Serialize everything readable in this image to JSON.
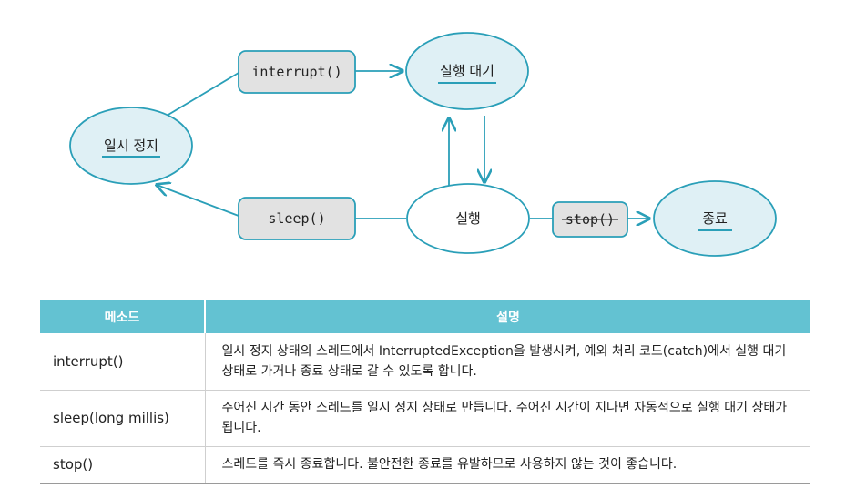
{
  "diagram": {
    "states": {
      "paused": "일시 정지",
      "runnable": "실행 대기",
      "running": "실행",
      "terminated": "종료"
    },
    "transitions": {
      "interrupt": "interrupt()",
      "sleep": "sleep()",
      "stop": "stop()"
    }
  },
  "table": {
    "headers": {
      "method": "메소드",
      "description": "설명"
    },
    "rows": [
      {
        "method": "interrupt()",
        "description": "일시 정지 상태의 스레드에서 InterruptedException을 발생시켜, 예외 처리 코드(catch)에서 실행 대기 상태로 가거나 종료 상태로 갈 수 있도록 합니다."
      },
      {
        "method": "sleep(long millis)",
        "description": "주어진 시간 동안 스레드를 일시 정지 상태로 만듭니다. 주어진 시간이 지나면 자동적으로 실행 대기 상태가 됩니다."
      },
      {
        "method": "stop()",
        "description": "스레드를 즉시 종료합니다. 불안전한 종료를 유발하므로 사용하지 않는 것이 좋습니다."
      }
    ]
  }
}
